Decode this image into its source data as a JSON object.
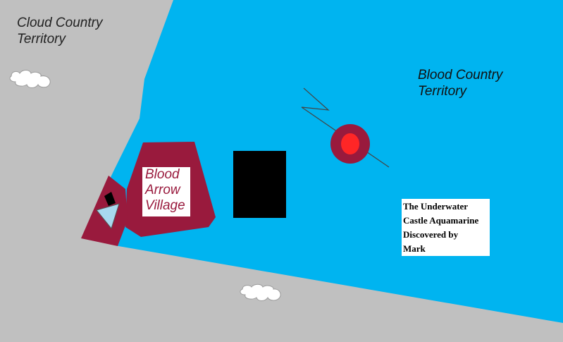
{
  "map": {
    "colors": {
      "land": "#c0c0c0",
      "water": "#00b4f0",
      "village": "#991a3d",
      "castle_outer": "#991a3d",
      "castle_inner": "#ff2626",
      "black_block": "#000000",
      "cloud": "#ffffff"
    },
    "labels": {
      "cloud_country": [
        "Cloud Country",
        "Territory"
      ],
      "blood_country": [
        "Blood Country",
        "Territory"
      ],
      "village": [
        "Blood",
        "Arrow",
        "Village"
      ]
    },
    "note": [
      "The Underwater",
      "Castle Aquamarine",
      "Discovered by",
      "Mark"
    ]
  }
}
